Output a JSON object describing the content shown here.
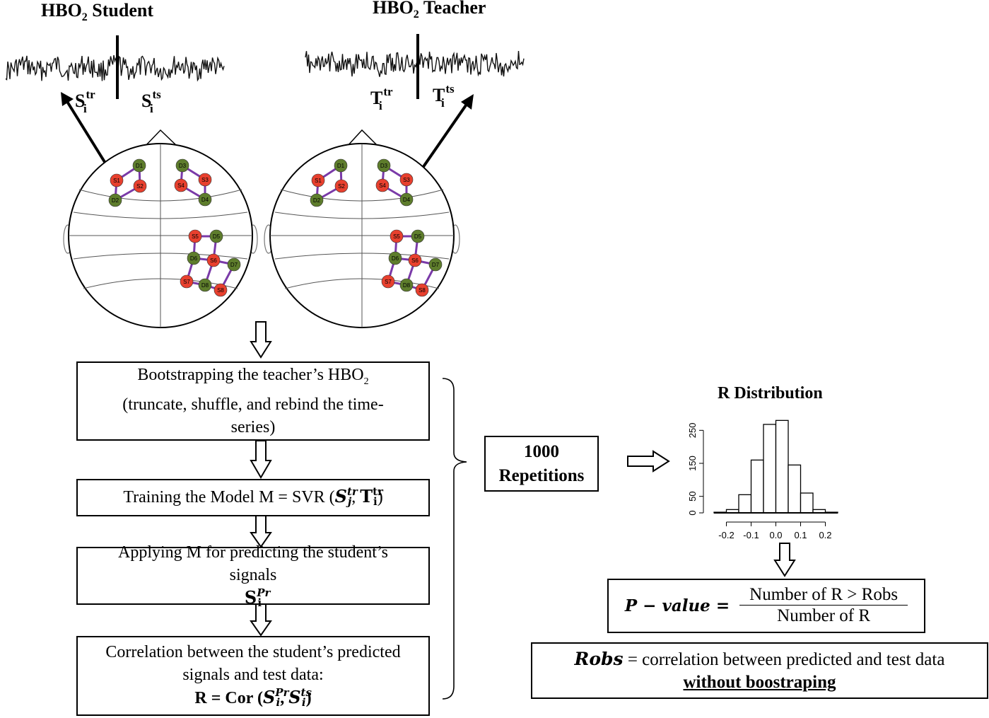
{
  "titles": {
    "student_main": "HBO",
    "student_sub": "2",
    "student_rest": " Student",
    "teacher_main": "HBO",
    "teacher_sub": "2",
    "teacher_rest": " Teacher"
  },
  "signal_labels": {
    "student_train": {
      "base": "S",
      "sup": "tr",
      "sub": "i"
    },
    "student_test": {
      "base": "S",
      "sup": "ts",
      "sub": "i"
    },
    "teacher_train": {
      "base": "T",
      "sup": "tr",
      "sub": "i"
    },
    "teacher_test": {
      "base": "T",
      "sup": "ts",
      "sub": "i"
    }
  },
  "optodes": {
    "sources": [
      "S1",
      "S2",
      "S3",
      "S4",
      "S5",
      "S6",
      "S7",
      "S8"
    ],
    "detectors": [
      "D1",
      "D2",
      "D3",
      "D4",
      "D5",
      "D6",
      "D7",
      "D8"
    ],
    "source_color": "#e8402e",
    "detector_color": "#5e7d2c",
    "link_color": "#7a3aa8"
  },
  "steps": {
    "bootstrap": {
      "line1": "Bootstrapping the teacher’s HBO",
      "line1_sub": "2",
      "line2": "(truncate, shuffle, and rebind the time-",
      "line3": "series)"
    },
    "training": {
      "prefix": "Training the Model M = SVR (",
      "a_base": "S",
      "a_sup": "tr",
      "a_sub": "j",
      "sep": ", ",
      "b_base": "T",
      "b_sup": "tr",
      "b_sub": "i",
      "suffix": ")"
    },
    "applying": {
      "line1": "Applying M for predicting the student’s",
      "line2": "signals ",
      "base": "S",
      "sup": "Pr",
      "sub": "i"
    },
    "correlation": {
      "line1": "Correlation between the student’s predicted",
      "line2": "signals and test data:",
      "line3_prefix": "R = Cor (",
      "a_base": "S",
      "a_sup": "Pr",
      "a_sub": "i",
      "sep": ", ",
      "b_base": "S",
      "b_sup": "ts",
      "b_sub": "i",
      "suffix": ")"
    }
  },
  "repetitions": {
    "line1": "1000",
    "line2": "Repetitions"
  },
  "histogram": {
    "title": "R Distribution"
  },
  "chart_data": {
    "type": "bar",
    "title": "R Distribution",
    "xlabel": "",
    "ylabel": "",
    "bins": [
      {
        "from": -0.25,
        "to": -0.2,
        "count": 2
      },
      {
        "from": -0.2,
        "to": -0.15,
        "count": 10
      },
      {
        "from": -0.15,
        "to": -0.1,
        "count": 55
      },
      {
        "from": -0.1,
        "to": -0.05,
        "count": 160
      },
      {
        "from": -0.05,
        "to": 0.0,
        "count": 268
      },
      {
        "from": 0.0,
        "to": 0.05,
        "count": 280
      },
      {
        "from": 0.05,
        "to": 0.1,
        "count": 145
      },
      {
        "from": 0.1,
        "to": 0.15,
        "count": 60
      },
      {
        "from": 0.15,
        "to": 0.2,
        "count": 10
      },
      {
        "from": 0.2,
        "to": 0.25,
        "count": 2
      }
    ],
    "x_ticks": [
      "-0.2",
      "-0.1",
      "0.0",
      "0.1",
      "0.2"
    ],
    "y_ticks": [
      "0",
      "50",
      "150",
      "250"
    ],
    "xlim": [
      -0.25,
      0.25
    ],
    "ylim": [
      0,
      300
    ]
  },
  "pvalue": {
    "lhs": "P − value =",
    "numerator": "Number of R > Robs",
    "denominator": "Number of R"
  },
  "robs": {
    "lhs": "Robs",
    "eq": " = correlation between predicted and test data",
    "line2": "without boostraping"
  }
}
